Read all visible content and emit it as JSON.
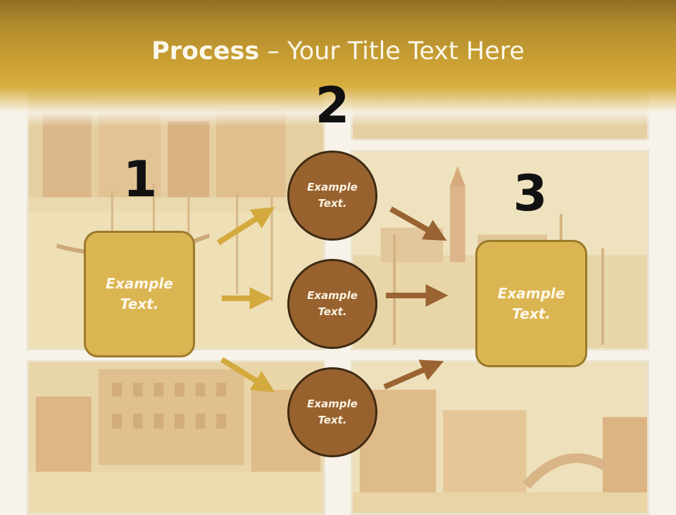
{
  "title": {
    "bold": "Process",
    "dash": " – ",
    "rest": "Your Title Text Here"
  },
  "steps": {
    "one": "1",
    "two": "2",
    "three": "3"
  },
  "left_box": {
    "label": "Example\nText."
  },
  "right_box": {
    "label": "Example\nText."
  },
  "circles": [
    {
      "label": "Example\nText."
    },
    {
      "label": "Example\nText."
    },
    {
      "label": "Example\nText."
    }
  ],
  "colors": {
    "header": "#c99f33",
    "box_fill": "#dcb553",
    "circle_fill": "#98622f",
    "arrow_gold": "#d4aa3f",
    "arrow_brown": "#9a6332"
  }
}
